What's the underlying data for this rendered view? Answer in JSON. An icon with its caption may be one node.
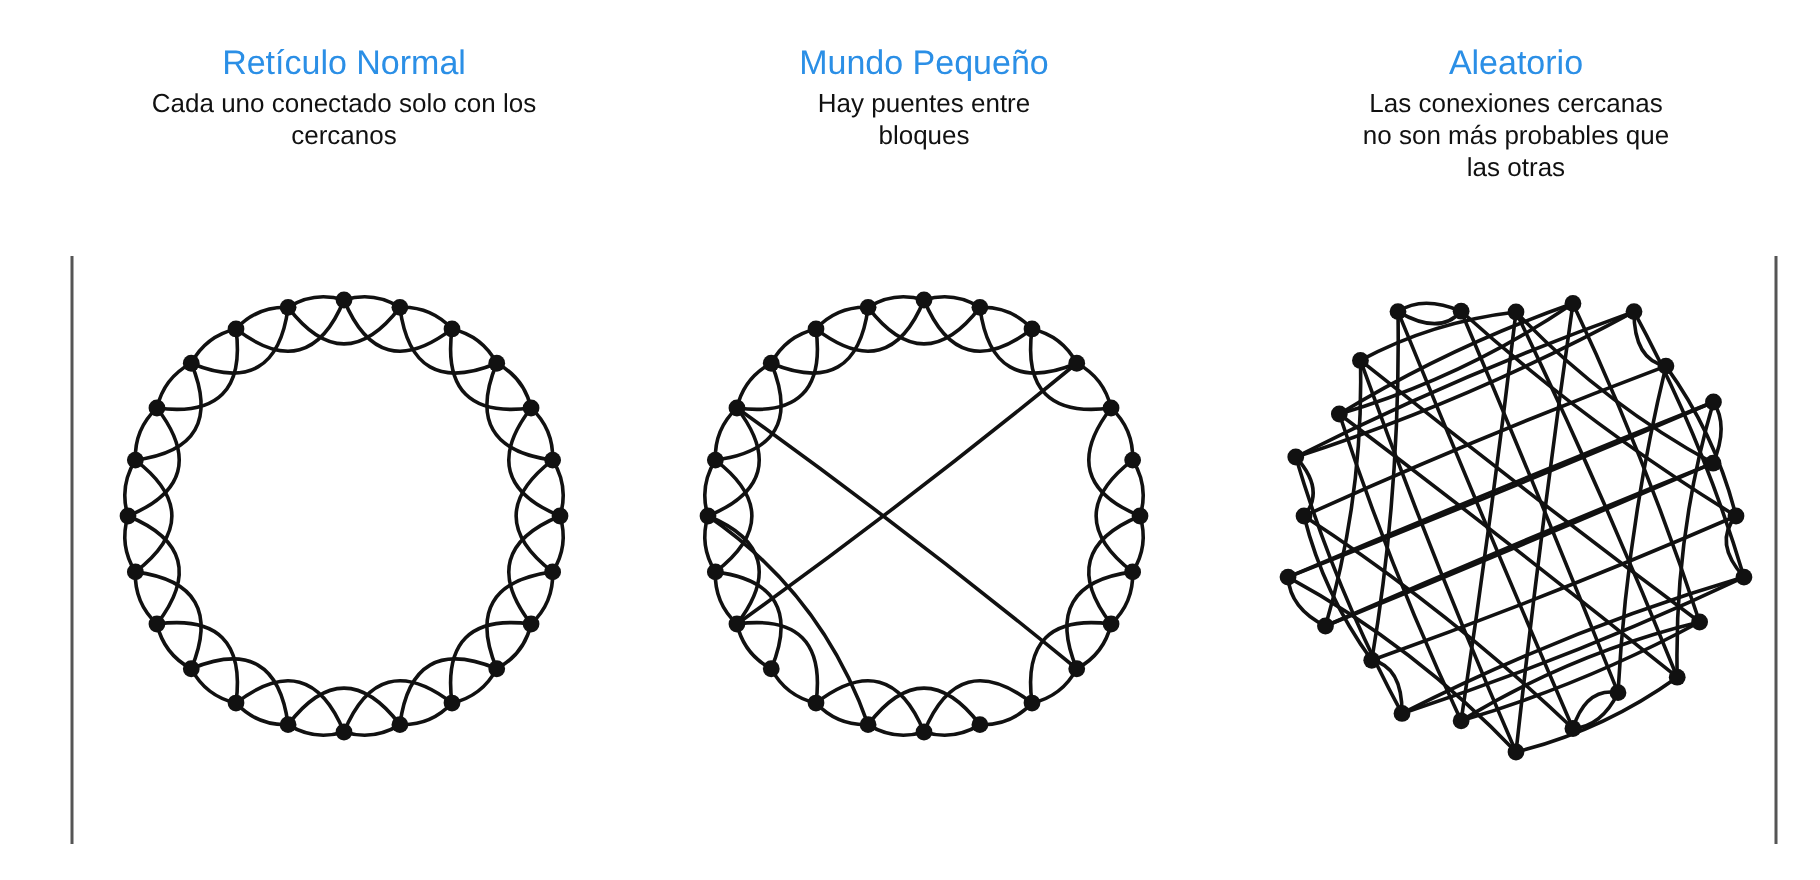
{
  "diagram": {
    "labels": [
      "Retículo Normal",
      "Cada uno conectado solo con los cercanos",
      "Mundo Pequeño",
      "Hay puentes entre bloques",
      "Aleatorio",
      "Las conexiones cercanas no son más probables que las otras"
    ]
  }
}
